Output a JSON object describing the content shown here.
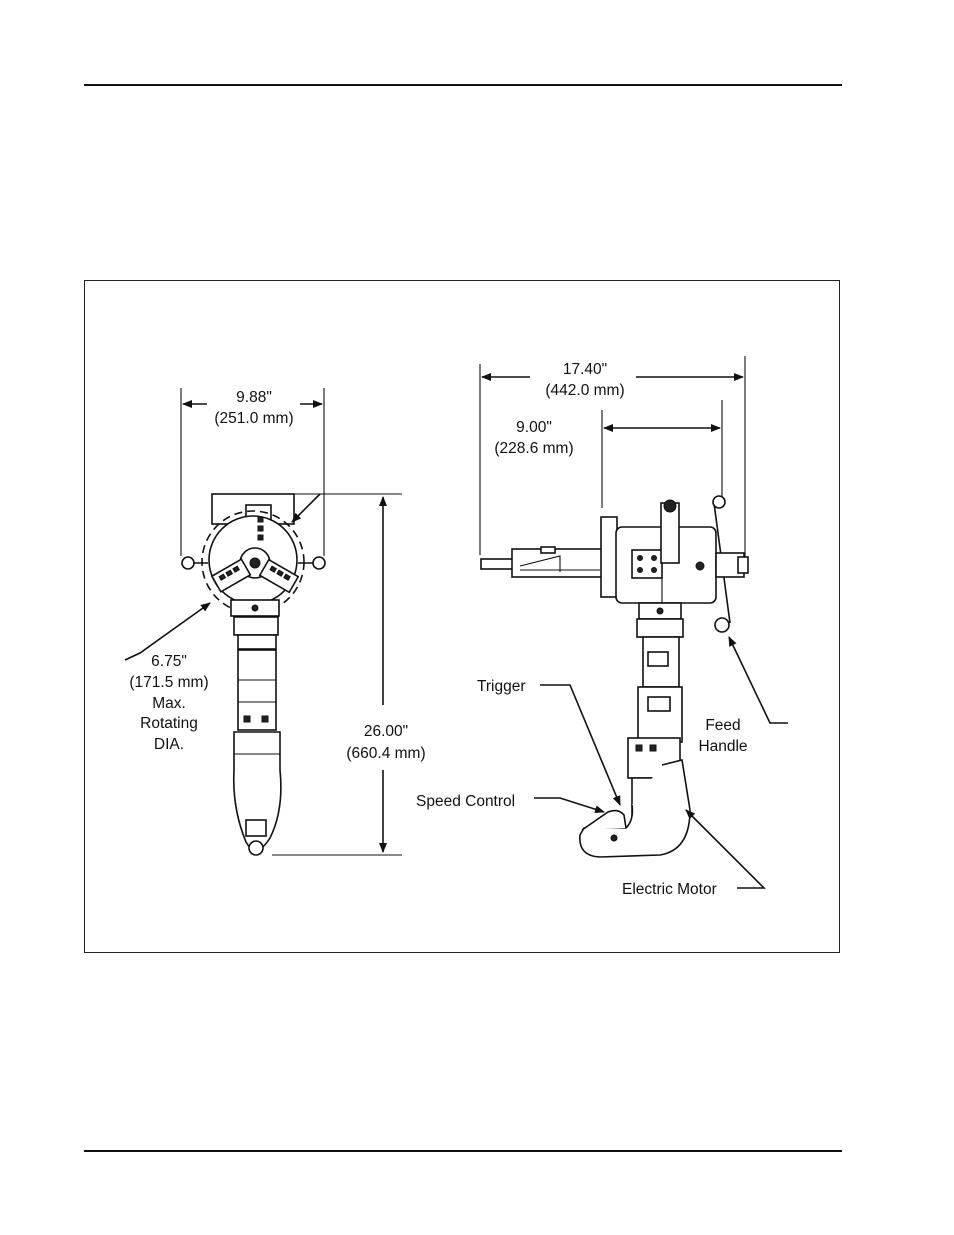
{
  "labels": {
    "overall_length_in": "17.40\"",
    "overall_length_mm": "(442.0 mm)",
    "depth_in": "9.00\"",
    "depth_mm": "(228.6 mm)",
    "width_in": "9.88\"",
    "width_mm": "(251.0 mm)",
    "height_in": "26.00\"",
    "height_mm": "(660.4 mm)",
    "rotating_dia_line1": "6.75\"",
    "rotating_dia_line2": "(171.5 mm)",
    "rotating_dia_line3": "Max.",
    "rotating_dia_line4": "Rotating",
    "rotating_dia_line5": "DIA.",
    "trigger": "Trigger",
    "speed_control": "Speed Control",
    "feed_handle_line1": "Feed",
    "feed_handle_line2": "Handle",
    "electric_motor": "Electric Motor"
  }
}
